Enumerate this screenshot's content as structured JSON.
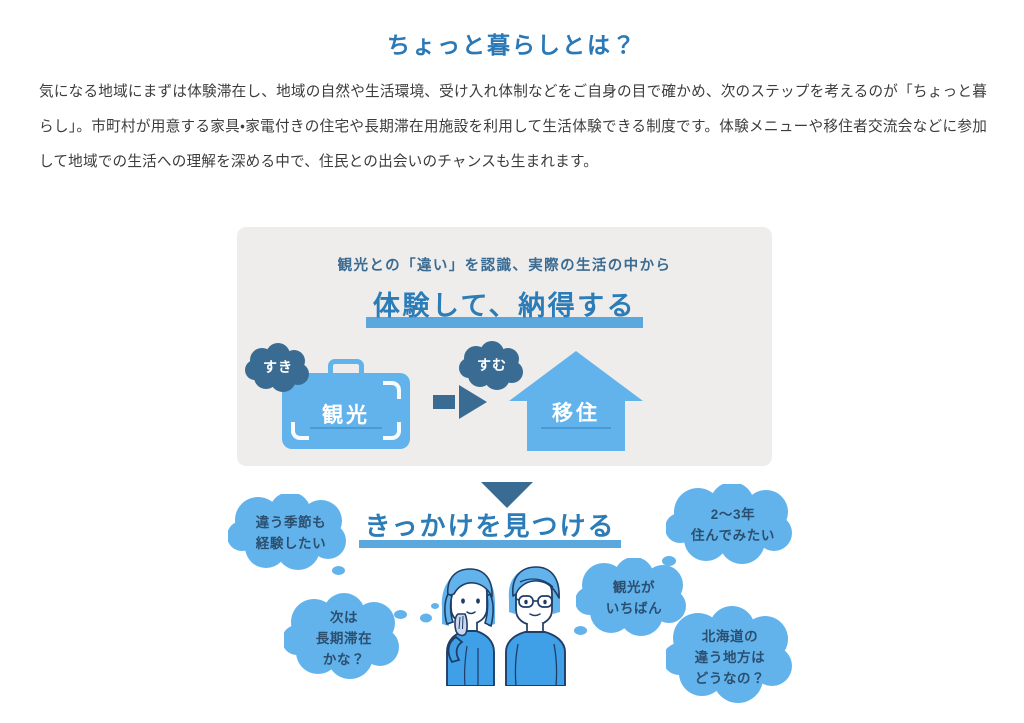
{
  "page": {
    "title": "ちょっと暮らしとは？",
    "intro_paragraph": "気になる地域にまずは体験滞在し、地域の自然や生活環境、受け入れ体制などをご自身の目で確かめ、次のステップを考えるのが「ちょっと暮らし」。市町村が用意する家具・家電付きの住宅や長期滞在用施設を利用して生活体験できる制度です。体験メニューや移住者交流会などに参加して地域での生活への理解を深める中で、住民との出会いのチャンスも生まれます。"
  },
  "infographic": {
    "panel": {
      "lede": "観光との「違い」を認識、実際の生活の中から",
      "headline": "体験して、納得する"
    },
    "transition": {
      "from": {
        "badge": "すき",
        "label": "観光",
        "icon": "suitcase-icon"
      },
      "arrow_icon": "right-arrow-icon",
      "to": {
        "badge": "すむ",
        "label": "移住",
        "icon": "house-icon"
      }
    },
    "section2": {
      "chevron_icon": "chevron-down-icon",
      "headline": "きっかけを見つける",
      "people_icon": "two-people-illustration",
      "bubbles": [
        {
          "id": "seasons",
          "lines": [
            "違う季節も",
            "経験したい"
          ]
        },
        {
          "id": "longstay",
          "lines": [
            "次は",
            "長期滞在",
            "かな？"
          ]
        },
        {
          "id": "twoyears",
          "lines": [
            "2〜3年",
            "住んでみたい"
          ]
        },
        {
          "id": "sightsee",
          "lines": [
            "観光が",
            "いちばん"
          ]
        },
        {
          "id": "hokkaido",
          "lines": [
            "北海道の",
            "違う地方は",
            "どうなの？"
          ]
        }
      ]
    }
  },
  "colors": {
    "title_blue": "#2a79b6",
    "headline_blue": "#2c7cb8",
    "underline_blue": "#5aa8dd",
    "deep_blue": "#3a6c93",
    "light_blue": "#62b3ec",
    "panel_gray": "#efedeb",
    "body_text": "#3c3c3c",
    "bubble_text": "#2c4f70"
  }
}
